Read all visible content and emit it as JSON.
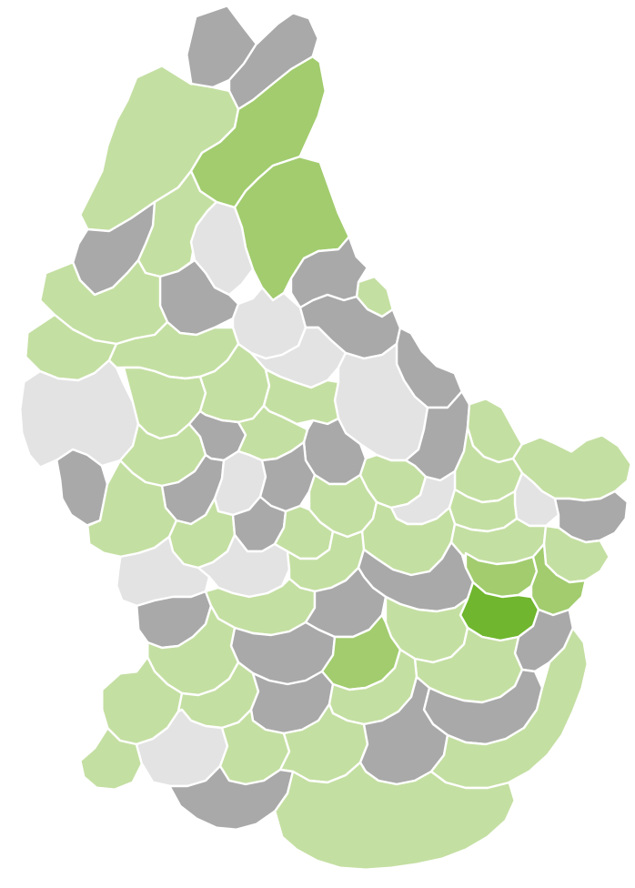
{
  "palette": {
    "grey": "#a9a9aa",
    "lightgrey": "#e3e3e4",
    "lightgreen": "#c4dfa2",
    "green": "#a2cc6e",
    "darkgreen": "#70b62e",
    "border": "#ffffff"
  },
  "map": {
    "regions": [
      {
        "id": "r01",
        "fill": "grey"
      },
      {
        "id": "r02",
        "fill": "grey"
      },
      {
        "id": "r03",
        "fill": "lightgreen"
      },
      {
        "id": "r04",
        "fill": "green"
      },
      {
        "id": "r05",
        "fill": "green"
      },
      {
        "id": "r06",
        "fill": "lightgreen"
      },
      {
        "id": "r07",
        "fill": "lightgrey"
      },
      {
        "id": "r08",
        "fill": "grey"
      },
      {
        "id": "r09",
        "fill": "grey"
      },
      {
        "id": "r10",
        "fill": "lightgreen"
      },
      {
        "id": "r11",
        "fill": "lightgreen"
      },
      {
        "id": "r12",
        "fill": "grey"
      },
      {
        "id": "r13",
        "fill": "lightgrey"
      },
      {
        "id": "r14",
        "fill": "grey"
      },
      {
        "id": "r15",
        "fill": "lightgreen"
      },
      {
        "id": "r16",
        "fill": "lightgrey"
      },
      {
        "id": "r17",
        "fill": "lightgreen"
      },
      {
        "id": "r18",
        "fill": "lightgrey"
      },
      {
        "id": "r19",
        "fill": "grey"
      },
      {
        "id": "r20",
        "fill": "lightgreen"
      },
      {
        "id": "r21",
        "fill": "lightgrey"
      },
      {
        "id": "r22",
        "fill": "grey"
      },
      {
        "id": "r23",
        "fill": "grey"
      },
      {
        "id": "r24",
        "fill": "lightgreen"
      },
      {
        "id": "r25",
        "fill": "lightgreen"
      },
      {
        "id": "r26",
        "fill": "lightgreen"
      },
      {
        "id": "r27",
        "fill": "grey"
      },
      {
        "id": "r28",
        "fill": "lightgreen"
      },
      {
        "id": "r29",
        "fill": "lightgreen"
      },
      {
        "id": "r30",
        "fill": "grey"
      },
      {
        "id": "r31",
        "fill": "lightgreen"
      },
      {
        "id": "r32",
        "fill": "lightgreen"
      },
      {
        "id": "r33",
        "fill": "lightgreen"
      },
      {
        "id": "r34",
        "fill": "lightgrey"
      },
      {
        "id": "r35",
        "fill": "grey"
      },
      {
        "id": "r36",
        "fill": "lightgreen"
      },
      {
        "id": "r37",
        "fill": "lightgrey"
      },
      {
        "id": "r38",
        "fill": "lightgrey"
      },
      {
        "id": "r39",
        "fill": "grey"
      },
      {
        "id": "r40",
        "fill": "lightgreen"
      },
      {
        "id": "r41",
        "fill": "lightgreen"
      },
      {
        "id": "r42",
        "fill": "grey"
      },
      {
        "id": "r43",
        "fill": "lightgreen"
      },
      {
        "id": "r44",
        "fill": "grey"
      },
      {
        "id": "r45",
        "fill": "lightgreen"
      },
      {
        "id": "r46",
        "fill": "lightgreen"
      },
      {
        "id": "r47",
        "fill": "lightgreen"
      },
      {
        "id": "r48",
        "fill": "lightgreen"
      },
      {
        "id": "r49",
        "fill": "lightgrey"
      },
      {
        "id": "r50",
        "fill": "green"
      },
      {
        "id": "r51",
        "fill": "lightgrey"
      },
      {
        "id": "r52",
        "fill": "lightgreen"
      },
      {
        "id": "r53",
        "fill": "grey"
      },
      {
        "id": "r54",
        "fill": "green"
      },
      {
        "id": "r55",
        "fill": "grey"
      },
      {
        "id": "r56",
        "fill": "lightgreen"
      },
      {
        "id": "r57",
        "fill": "grey"
      },
      {
        "id": "r58",
        "fill": "darkgreen"
      },
      {
        "id": "r59",
        "fill": "lightgreen"
      },
      {
        "id": "r60",
        "fill": "grey"
      },
      {
        "id": "r61",
        "fill": "grey"
      },
      {
        "id": "r62",
        "fill": "green"
      },
      {
        "id": "r63",
        "fill": "lightgreen"
      },
      {
        "id": "r64",
        "fill": "lightgreen"
      },
      {
        "id": "r65",
        "fill": "lightgreen"
      },
      {
        "id": "r66",
        "fill": "lightgreen"
      },
      {
        "id": "r67",
        "fill": "grey"
      },
      {
        "id": "r68",
        "fill": "lightgreen"
      },
      {
        "id": "r69",
        "fill": "grey"
      },
      {
        "id": "r70",
        "fill": "lightgreen"
      },
      {
        "id": "r71",
        "fill": "lightgrey"
      },
      {
        "id": "r72",
        "fill": "lightgreen"
      },
      {
        "id": "r73",
        "fill": "lightgreen"
      },
      {
        "id": "r74",
        "fill": "grey"
      },
      {
        "id": "r75",
        "fill": "lightgreen"
      },
      {
        "id": "r76",
        "fill": "grey"
      },
      {
        "id": "r77",
        "fill": "lightgreen"
      }
    ]
  }
}
